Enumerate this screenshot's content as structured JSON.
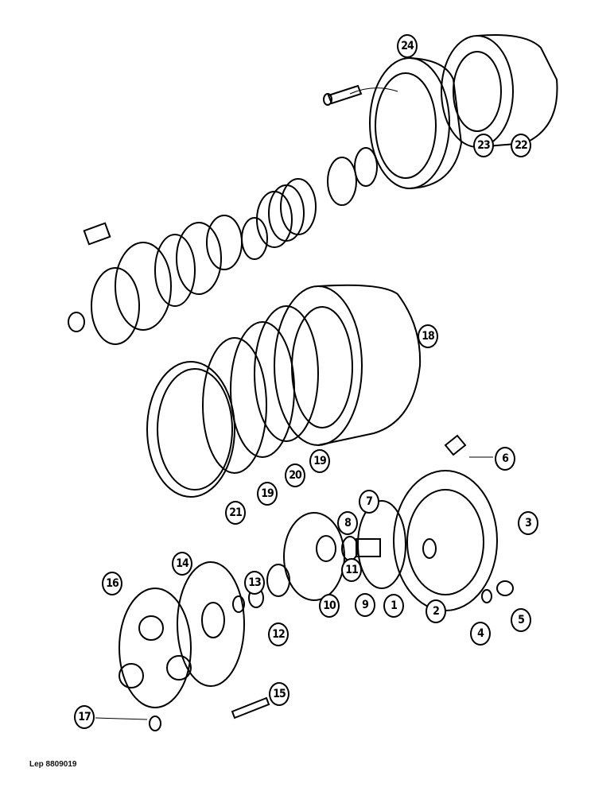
{
  "diagram": {
    "type": "exploded parts diagram",
    "reference": "Lep 8809019",
    "callouts": [
      "1",
      "2",
      "3",
      "4",
      "5",
      "6",
      "7",
      "8",
      "9",
      "10",
      "11",
      "12",
      "13",
      "14",
      "15",
      "16",
      "17",
      "18",
      "19",
      "20",
      "21",
      "22",
      "23",
      "24"
    ]
  }
}
